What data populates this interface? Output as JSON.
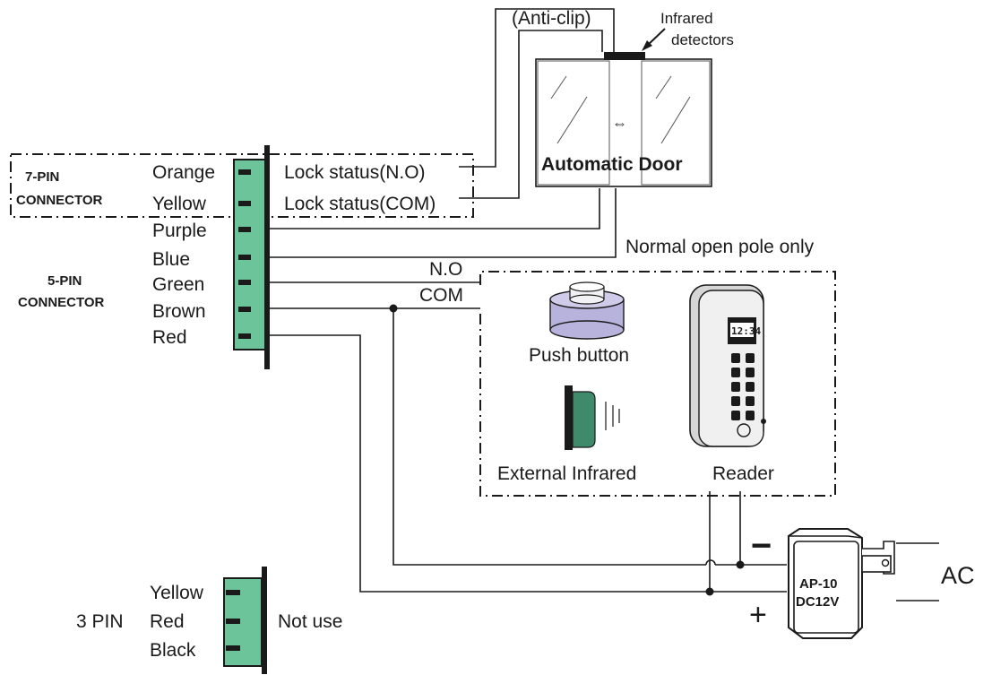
{
  "connectors": {
    "seven_pin_title_1": "7-PIN",
    "seven_pin_title_2": "CONNECTOR",
    "five_pin_title_1": "5-PIN",
    "five_pin_title_2": "CONNECTOR",
    "three_pin_title": "3 PIN"
  },
  "wires": {
    "orange": "Orange",
    "yellow": "Yellow",
    "purple": "Purple",
    "blue": "Blue",
    "green": "Green",
    "brown": "Brown",
    "red": "Red"
  },
  "three_pin_wires": {
    "yellow": "Yellow",
    "red": "Red",
    "black": "Black"
  },
  "signals": {
    "lock_no": "Lock status(N.O)",
    "lock_com": "Lock status(COM)",
    "no": "N.O",
    "com": "COM",
    "normal_open": "Normal open pole only",
    "not_use": "Not use"
  },
  "door": {
    "anti_clip": "(Anti-clip)",
    "infrared_1": "Infrared",
    "infrared_2": "detectors",
    "title": "Automatic Door",
    "arrow_glyph": "⇔"
  },
  "devices": {
    "push_button": "Push button",
    "external_infrared": "External Infrared",
    "reader": "Reader",
    "reader_display": "12:34"
  },
  "power": {
    "model": "AP-10",
    "voltage": "DC12V",
    "minus": "−",
    "plus": "+",
    "ac": "AC"
  },
  "colors": {
    "line": "#1a1a1a",
    "connector_fill": "#6cc59a",
    "push_button_top": "#f2f2f6",
    "push_button_base": "#b8b3dc",
    "infrared_lens": "#3f8a6a"
  }
}
